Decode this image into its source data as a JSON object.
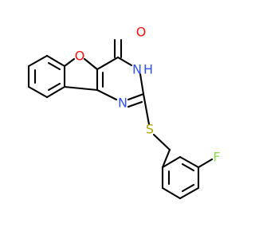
{
  "atoms": {
    "O_furan": {
      "label": "O",
      "color": "#ff0d0d"
    },
    "O_carbonyl": {
      "label": "O",
      "color": "#ff0d0d"
    },
    "N_amide": {
      "label": "N",
      "color": "#3050f8"
    },
    "H_amide": {
      "label": "H",
      "color": "#3050f8"
    },
    "N_ring": {
      "label": "N",
      "color": "#3050f8"
    },
    "S": {
      "label": "S",
      "color": "#b2a300"
    },
    "F": {
      "label": "F",
      "color": "#90e050"
    }
  }
}
